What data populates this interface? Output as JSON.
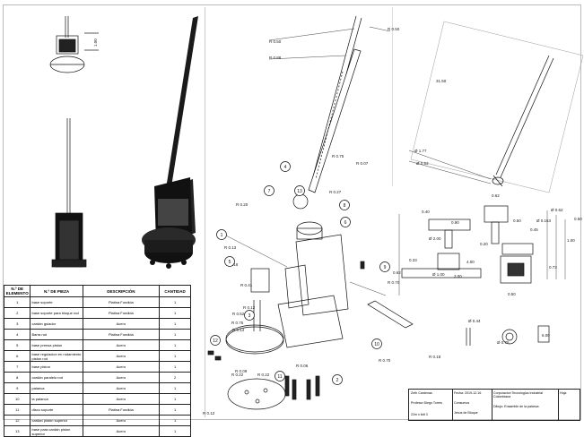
{
  "bom": {
    "headers": [
      "N.º DE ELEMENTO",
      "N.º DE PIEZA",
      "DESCRIPCIÓN",
      "CANTIDAD"
    ],
    "rows": [
      {
        "n": "1",
        "pieza": "base soporte",
        "desc": "Platina Fundida",
        "cant": "1"
      },
      {
        "n": "2",
        "pieza": "base soporte para bloque rod",
        "desc": "Platina Fundida",
        "cant": "1"
      },
      {
        "n": "3",
        "pieza": "cardán guiador",
        "desc": "Acero",
        "cant": "1"
      },
      {
        "n": "4",
        "pieza": "Barra rod",
        "desc": "Platina Fundida",
        "cant": "1"
      },
      {
        "n": "5",
        "pieza": "base prensa piston",
        "desc": "Acero",
        "cant": "1"
      },
      {
        "n": "6",
        "pieza": "base regulacion en rodamiento piston rod",
        "desc": "Acero",
        "cant": "1"
      },
      {
        "n": "7",
        "pieza": "base piston",
        "desc": "Acero",
        "cant": "1"
      },
      {
        "n": "8",
        "pieza": "cardán paralelo rod",
        "desc": "Acero",
        "cant": "2"
      },
      {
        "n": "9",
        "pieza": "palanca",
        "desc": "Acero",
        "cant": "1"
      },
      {
        "n": "10",
        "pieza": "la palanca",
        "desc": "Acero",
        "cant": "1"
      },
      {
        "n": "11",
        "pieza": "disco soporte",
        "desc": "Platina Fundida",
        "cant": "1"
      },
      {
        "n": "12",
        "pieza": "cardan piston superior",
        "desc": "Acero",
        "cant": "1"
      },
      {
        "n": "13",
        "pieza": "base para cardán piston superior",
        "desc": "Acero",
        "cant": "1"
      }
    ]
  },
  "title_block": {
    "c1": [
      "Zeth Cardenas",
      "Profesor:Diego Torres",
      "22m x 6dt 3"
    ],
    "c2": [
      "Fecha: 2019-12-16",
      "Consumos",
      "Jesus de Bloque"
    ],
    "c3": [
      "Corporacion Tecnologica Industrial Colombiana",
      "Dibujo: Ensamble de la palanca"
    ],
    "c4": [
      "Hoja"
    ]
  },
  "dims": {
    "top_left": "1.00",
    "iso": [
      "R 0.50",
      "R 0.88",
      "R 0.75",
      "R 0.13",
      "R 0.18",
      "R 0.27",
      "R 0.20",
      "R 0.41",
      "R 0.52",
      "R 0.75",
      "R 0.14",
      "R 0.70",
      "R 0.12",
      "R 0.18",
      "R 0.09",
      "R 0.22",
      "R 0.22",
      "R 0.06",
      "R 0.50",
      "R 0.07",
      "R 0.12",
      "R 0.70"
    ],
    "right": [
      "31.50",
      "Ø 1.77",
      "Ø 0.53",
      "Ø 0.62",
      "Ø 0.163",
      "Ø 2.00",
      "Ø 1.00",
      "0.62",
      "0.50",
      "0.20",
      "0.40",
      "0.90",
      "0.45",
      "4.00",
      "3.00",
      "0.33",
      "0.73",
      "0.50",
      "Ø 0.44",
      "Ø 0.75",
      "6.00",
      "0.50",
      "0.62",
      "1.00"
    ]
  },
  "balloons": [
    "1",
    "2",
    "3",
    "4",
    "5",
    "6",
    "7",
    "8",
    "9",
    "10",
    "11",
    "12",
    "13"
  ]
}
